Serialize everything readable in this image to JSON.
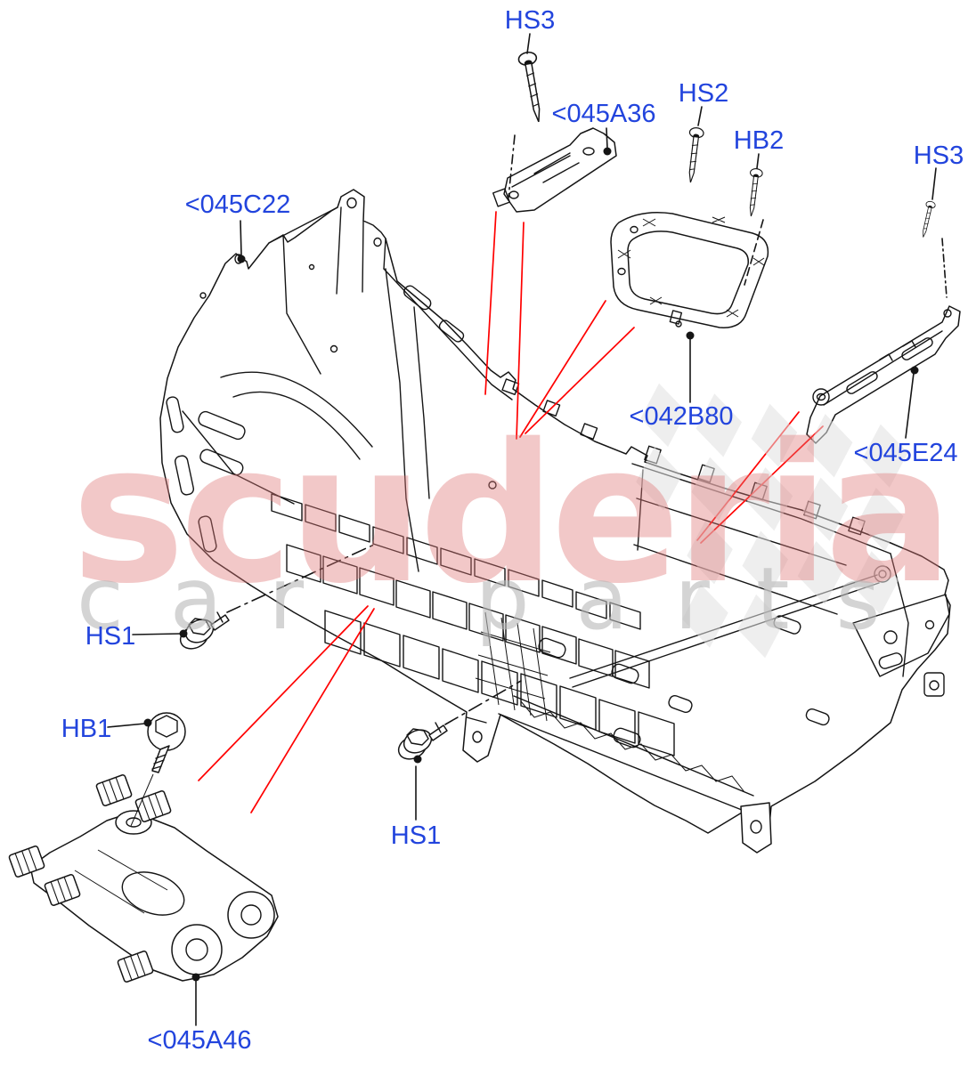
{
  "diagram": {
    "type": "exploded-parts-diagram",
    "subject": "Vehicle center console structure - exploded parts view",
    "labels": {
      "hs3_top": "HS3",
      "part_045a36": "<045A36",
      "hs2": "HS2",
      "hb2": "HB2",
      "hs3_right": "HS3",
      "part_045c22": "<045C22",
      "part_042b80": "<042B80",
      "part_045e24": "<045E24",
      "hs1_left": "HS1",
      "hb1": "HB1",
      "hs1_mid": "HS1",
      "part_045a46": "<045A46"
    },
    "colors": {
      "label_blue": "#2244dd",
      "line_black": "#151515",
      "pointer_red": "#ff0000",
      "watermark_pink": "#e07878",
      "watermark_gray": "#b9b9b9",
      "diamond_gray": "#e0e0e0",
      "background": "#ffffff"
    }
  },
  "watermark": {
    "word": "scuderia",
    "phrase": "car parts"
  }
}
